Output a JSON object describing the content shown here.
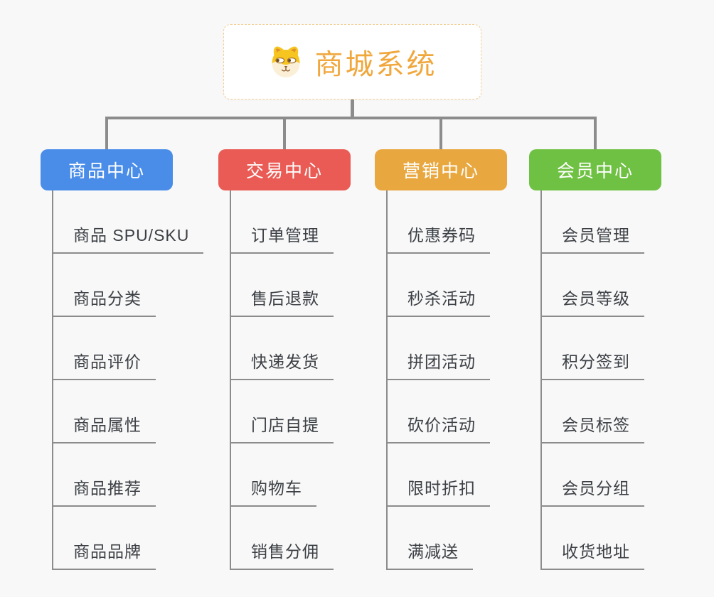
{
  "page": {
    "background_color": "#f8f8f8"
  },
  "root": {
    "title": "商城系统",
    "title_color": "#f0a73c",
    "border_color": "#f3cf95",
    "icon": "dog-face-icon"
  },
  "connectors": {
    "color": "#8c8c8c"
  },
  "branches": [
    {
      "label": "商品中心",
      "color": "#4a8de9",
      "items": [
        "商品 SPU/SKU",
        "商品分类",
        "商品评价",
        "商品属性",
        "商品推荐",
        "商品品牌"
      ]
    },
    {
      "label": "交易中心",
      "color": "#ea5b55",
      "items": [
        "订单管理",
        "售后退款",
        "快递发货",
        "门店自提",
        "购物车",
        "销售分佣"
      ]
    },
    {
      "label": "营销中心",
      "color": "#e9a83f",
      "items": [
        "优惠券码",
        "秒杀活动",
        "拼团活动",
        "砍价活动",
        "限时折扣",
        "满减送"
      ]
    },
    {
      "label": "会员中心",
      "color": "#6fc143",
      "items": [
        "会员管理",
        "会员等级",
        "积分签到",
        "会员标签",
        "会员分组",
        "收货地址"
      ]
    }
  ]
}
